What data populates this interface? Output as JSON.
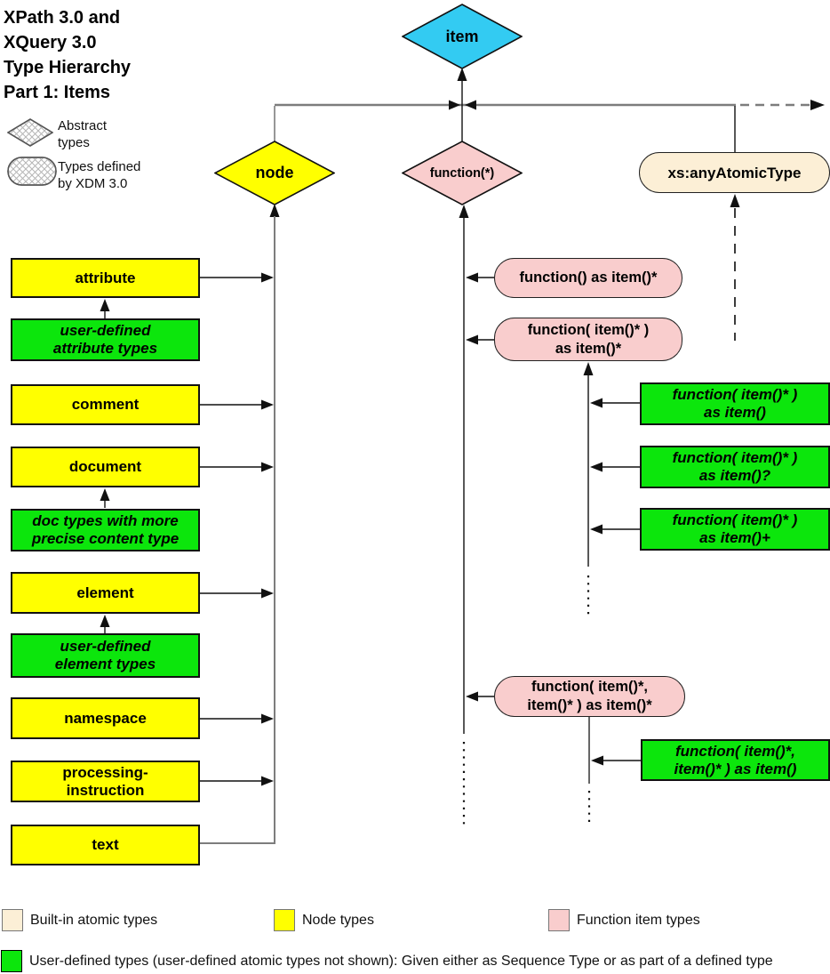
{
  "header": {
    "title": "XPath 3.0 and\nXQuery 3.0\nType Hierarchy\nPart 1: Items"
  },
  "shape_legend": {
    "abstract": "Abstract\ntypes",
    "xdm": "Types defined\nby XDM 3.0"
  },
  "nodes": {
    "item": "item",
    "node": "node",
    "function_star": "function(*)",
    "any_atomic": "xs:anyAtomicType",
    "attribute": "attribute",
    "user_attribute": "user-defined\nattribute types",
    "comment": "comment",
    "document": "document",
    "doc_types": "doc types with more\nprecise content type",
    "element": "element",
    "user_element": "user-defined\nelement types",
    "namespace": "namespace",
    "processing_instruction": "processing-\ninstruction",
    "text": "text",
    "fn0": "function() as item()*",
    "fn1": "function( item()* )\nas item()*",
    "fn1_one": "function( item()* )\nas item()",
    "fn1_opt": "function( item()* )\nas item()?",
    "fn1_plus": "function( item()* )\nas item()+",
    "fn2": "function( item()*,\nitem()* ) as item()*",
    "fn2_one": "function( item()*,\nitem()* ) as item()"
  },
  "color_legend": {
    "builtin": "Built-in atomic types",
    "node_types": "Node types",
    "function_item": "Function item types",
    "user_defined": "User-defined types (user-defined atomic types not shown):  Given either as Sequence Type or as part of a defined type"
  },
  "colors": {
    "item_cyan": "#33cbf2",
    "node_yellow": "#ffff00",
    "function_pink": "#f9cdcd",
    "atomic_peach": "#fcefd6",
    "user_green": "#0ce60c",
    "trunk_gray": "#7d7d7d"
  }
}
